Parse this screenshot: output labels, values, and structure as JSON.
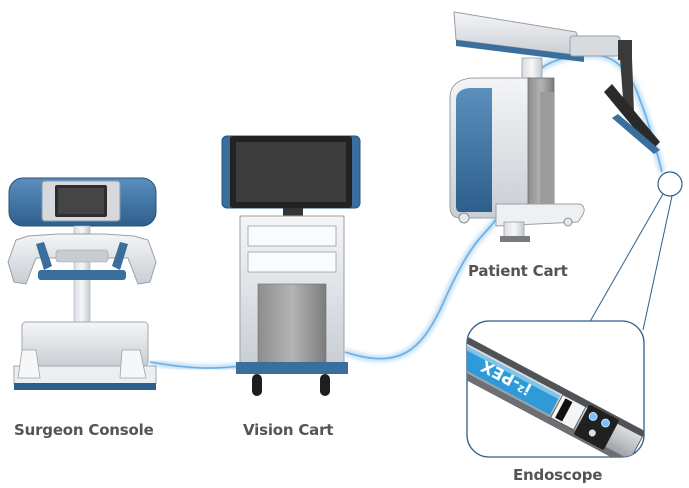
{
  "labels": {
    "surgeon_console": "Surgeon Console",
    "vision_cart": "Vision Cart",
    "patient_cart": "Patient Cart",
    "endoscope": "Endoscope"
  },
  "endoscope_brand": "i²-PEX",
  "colors": {
    "body_blue": "#3a6e9c",
    "light_metal": "#e3e6ea",
    "cable_glow": "#8cc4ee",
    "screen": "#3c3c3c",
    "label_text": "#545454"
  }
}
